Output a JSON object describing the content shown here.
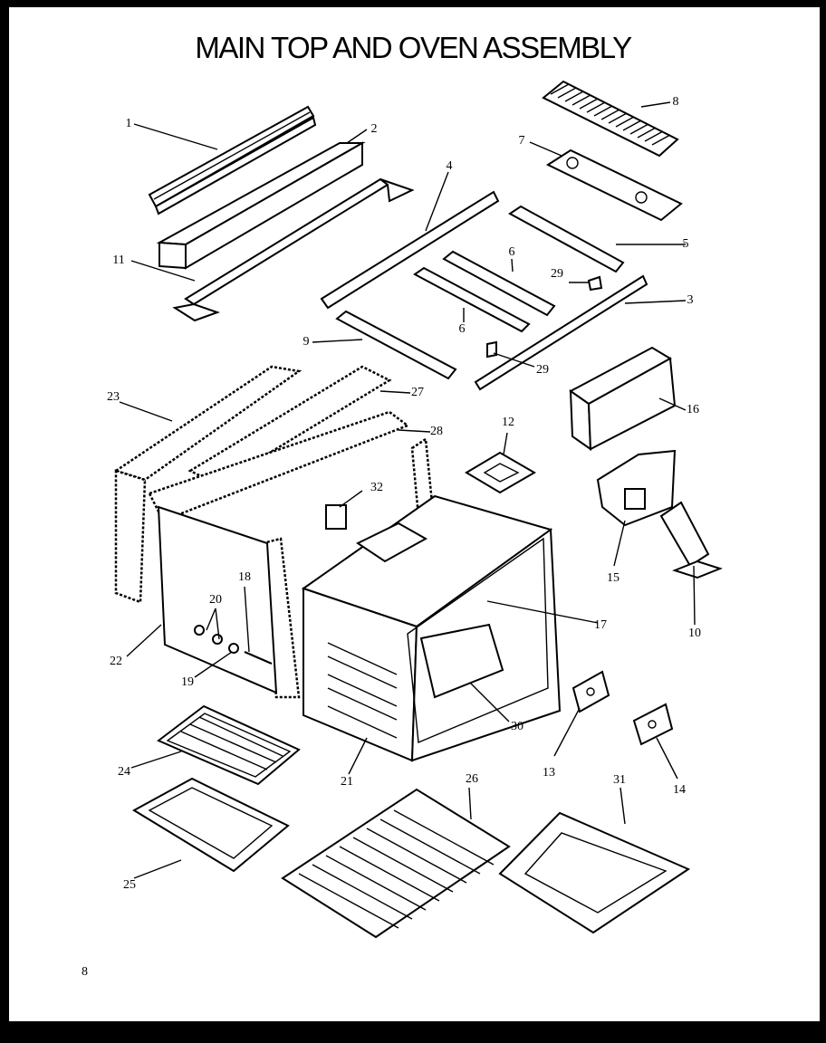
{
  "title": "MAIN TOP AND OVEN ASSEMBLY",
  "page_number": "8",
  "callouts": [
    {
      "id": "c1",
      "label": "1"
    },
    {
      "id": "c2",
      "label": "2"
    },
    {
      "id": "c3",
      "label": "3"
    },
    {
      "id": "c4",
      "label": "4"
    },
    {
      "id": "c5",
      "label": "5"
    },
    {
      "id": "c6a",
      "label": "6"
    },
    {
      "id": "c6b",
      "label": "6"
    },
    {
      "id": "c7",
      "label": "7"
    },
    {
      "id": "c8",
      "label": "8"
    },
    {
      "id": "c9",
      "label": "9"
    },
    {
      "id": "c10",
      "label": "10"
    },
    {
      "id": "c11",
      "label": "11"
    },
    {
      "id": "c12",
      "label": "12"
    },
    {
      "id": "c13",
      "label": "13"
    },
    {
      "id": "c14",
      "label": "14"
    },
    {
      "id": "c15",
      "label": "15"
    },
    {
      "id": "c16",
      "label": "16"
    },
    {
      "id": "c17",
      "label": "17"
    },
    {
      "id": "c18",
      "label": "18"
    },
    {
      "id": "c19",
      "label": "19"
    },
    {
      "id": "c20",
      "label": "20"
    },
    {
      "id": "c21",
      "label": "21"
    },
    {
      "id": "c22",
      "label": "22"
    },
    {
      "id": "c23",
      "label": "23"
    },
    {
      "id": "c24",
      "label": "24"
    },
    {
      "id": "c25",
      "label": "25"
    },
    {
      "id": "c26",
      "label": "26"
    },
    {
      "id": "c27",
      "label": "27"
    },
    {
      "id": "c28",
      "label": "28"
    },
    {
      "id": "c29a",
      "label": "29"
    },
    {
      "id": "c29b",
      "label": "29"
    },
    {
      "id": "c30",
      "label": "30"
    },
    {
      "id": "c31",
      "label": "31"
    },
    {
      "id": "c32",
      "label": "32"
    }
  ]
}
